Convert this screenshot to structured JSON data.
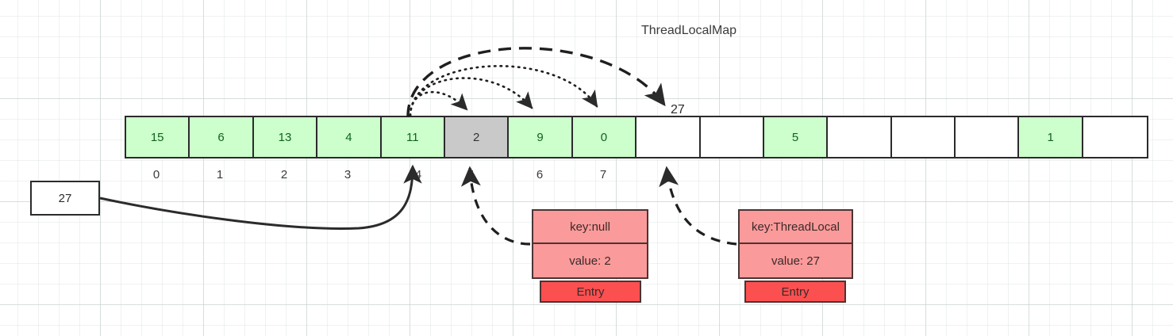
{
  "diagram": {
    "title": "ThreadLocalMap",
    "slot_label": "27",
    "value_box": {
      "value": "27"
    },
    "array": {
      "cells": [
        {
          "value": "15",
          "state": "filled"
        },
        {
          "value": "6",
          "state": "filled"
        },
        {
          "value": "13",
          "state": "filled"
        },
        {
          "value": "4",
          "state": "filled"
        },
        {
          "value": "11",
          "state": "filled"
        },
        {
          "value": "2",
          "state": "stale"
        },
        {
          "value": "9",
          "state": "filled"
        },
        {
          "value": "0",
          "state": "filled"
        },
        {
          "value": "",
          "state": "empty"
        },
        {
          "value": "",
          "state": "empty"
        },
        {
          "value": "5",
          "state": "filled"
        },
        {
          "value": "",
          "state": "empty"
        },
        {
          "value": "",
          "state": "empty"
        },
        {
          "value": "",
          "state": "empty"
        },
        {
          "value": "1",
          "state": "filled"
        },
        {
          "value": "",
          "state": "empty"
        }
      ],
      "indices": [
        "0",
        "1",
        "2",
        "3",
        "4",
        "5",
        "6",
        "7"
      ]
    },
    "entries": [
      {
        "id": "entry-left",
        "key": "key:null",
        "value": "value: 2",
        "footer": "Entry"
      },
      {
        "id": "entry-right",
        "key": "key:ThreadLocal",
        "value": "value: 27",
        "footer": "Entry"
      }
    ],
    "colors": {
      "filled_cell": "#ccffcc",
      "stale_cell": "#c9c9c9",
      "entry_body": "#fb9a9a",
      "entry_footer": "#fc5050",
      "stroke": "#2b2b2b"
    }
  }
}
